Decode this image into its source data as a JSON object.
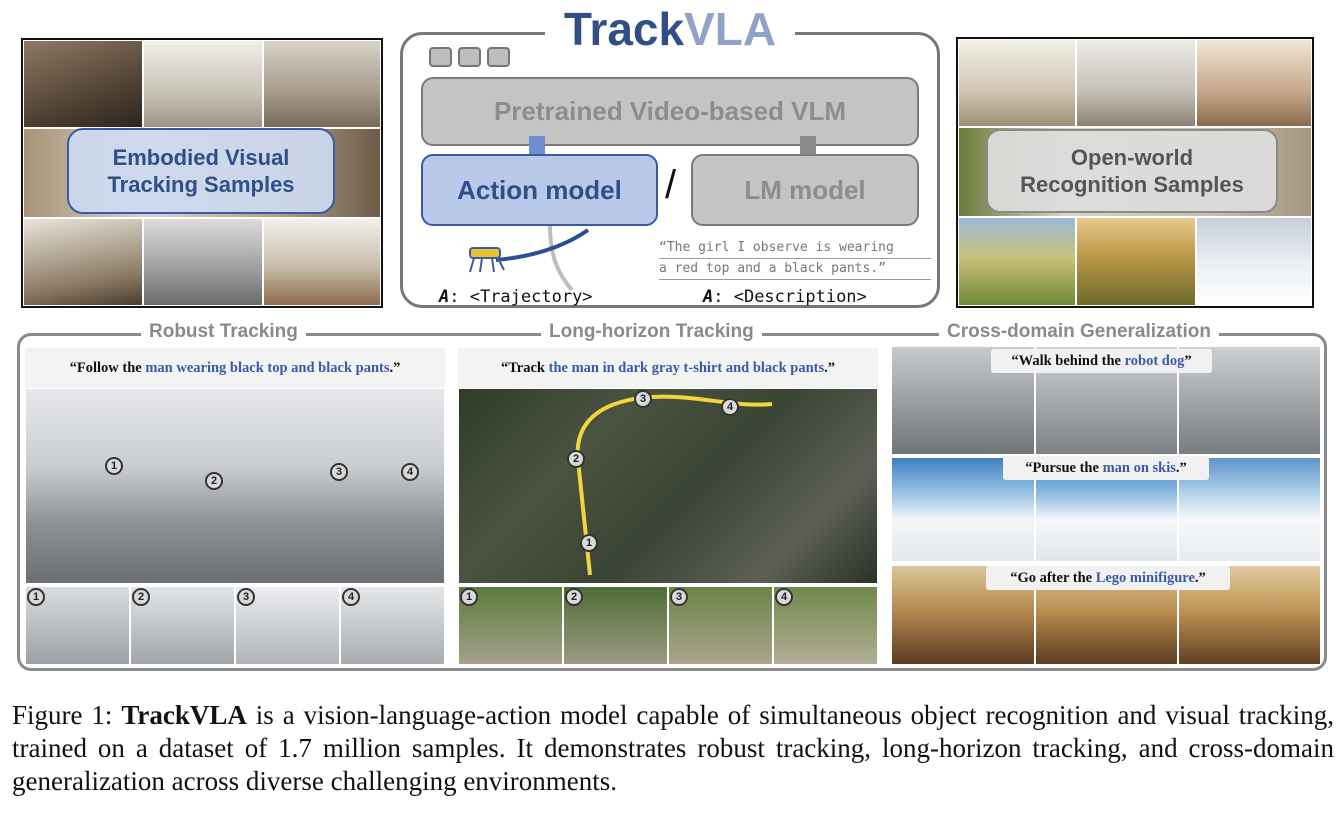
{
  "top_left": {
    "label_line1": "Embodied Visual",
    "label_line2": "Tracking Samples"
  },
  "top_right": {
    "label_line1": "Open-world",
    "label_line2": "Recognition Samples"
  },
  "core": {
    "title_part1": "Track",
    "title_part2": "VLA",
    "pretrained": "Pretrained Video-based VLM",
    "action_model": "Action model",
    "separator": "/",
    "lm_model": "LM model",
    "description_line1": "“The girl I observe is wearing",
    "description_line2": "a red top and a black pants.”",
    "output_a_letter": "A",
    "output_a_text": ": <Trajectory>",
    "output_b_letter": "A",
    "output_b_text": ": <Description>"
  },
  "sections": {
    "robust": {
      "title": "Robust Tracking",
      "quote_pre": "“Follow the ",
      "quote_hl": "man wearing black top and black pants",
      "quote_post": ".”",
      "markers": [
        "1",
        "2",
        "3",
        "4"
      ]
    },
    "long": {
      "title": "Long-horizon Tracking",
      "quote_pre": "“Track ",
      "quote_hl": "the man in dark gray t-shirt and black pants",
      "quote_post": ".”",
      "markers": [
        "1",
        "2",
        "3",
        "4"
      ]
    },
    "cross": {
      "title": "Cross-domain Generalization",
      "q1_pre": "“Walk behind the ",
      "q1_hl": "robot dog",
      "q1_post": "”",
      "q2_pre": "“Pursue the ",
      "q2_hl": "man on skis",
      "q2_post": ".”",
      "q3_pre": "“Go after the ",
      "q3_hl": "Lego minifigure",
      "q3_post": ".”"
    }
  },
  "caption": {
    "prefix": "Figure 1: ",
    "bold": "TrackVLA",
    "rest": " is a vision-language-action model capable of simultaneous object recognition and visual tracking, trained on a dataset of 1.7 million samples. It demonstrates robust tracking, long-horizon tracking, and cross-domain generalization across diverse challenging environments."
  },
  "colors": {
    "accent_blue": "#2f4f86",
    "highlight_blue": "#3a5aa8",
    "action_fill": "#b9c9ea",
    "gray_block": "#c4c4c4",
    "frame_gray": "#8a8a8a"
  }
}
